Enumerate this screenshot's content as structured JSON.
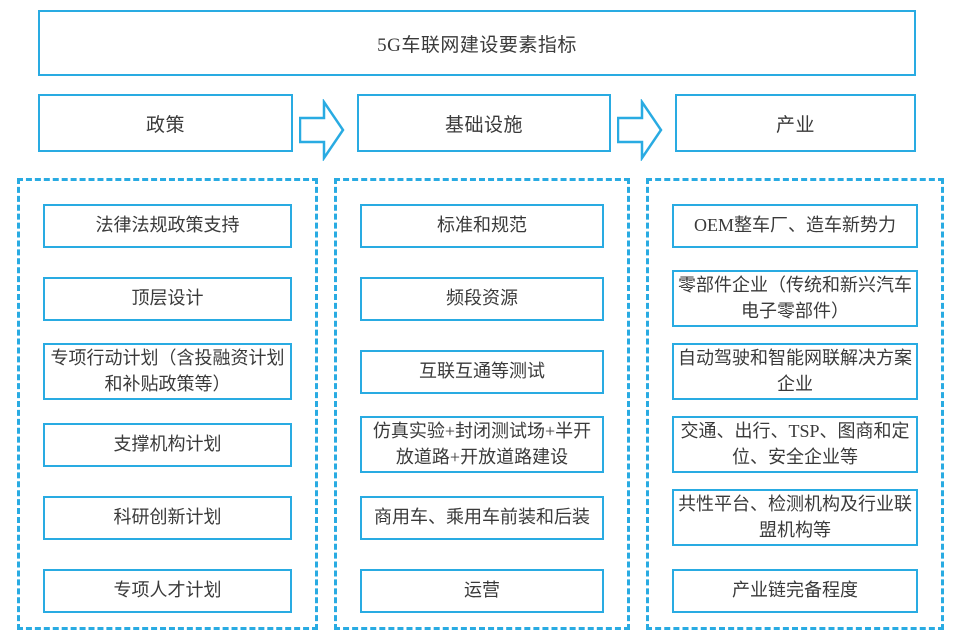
{
  "title": "5G车联网建设要素指标",
  "colors": {
    "accent": "#29ABE2",
    "text": "#3A3A3A",
    "background": "#FFFFFF"
  },
  "flow": {
    "arrow_icon": "block-arrow-right",
    "headers": [
      {
        "label": "政策"
      },
      {
        "label": "基础设施"
      },
      {
        "label": "产业"
      }
    ]
  },
  "columns": [
    {
      "header": "政策",
      "items": [
        "法律法规政策支持",
        "顶层设计",
        "专项行动计划（含投融资计划和补贴政策等）",
        "支撑机构计划",
        "科研创新计划",
        "专项人才计划"
      ]
    },
    {
      "header": "基础设施",
      "items": [
        "标准和规范",
        "频段资源",
        "互联互通等测试",
        "仿真实验+封闭测试场+半开放道路+开放道路建设",
        "商用车、乘用车前装和后装",
        "运营"
      ]
    },
    {
      "header": "产业",
      "items": [
        "OEM整车厂、造车新势力",
        "零部件企业（传统和新兴汽车电子零部件）",
        "自动驾驶和智能网联解决方案企业",
        "交通、出行、TSP、图商和定位、安全企业等",
        "共性平台、检测机构及行业联盟机构等",
        "产业链完备程度"
      ]
    }
  ]
}
